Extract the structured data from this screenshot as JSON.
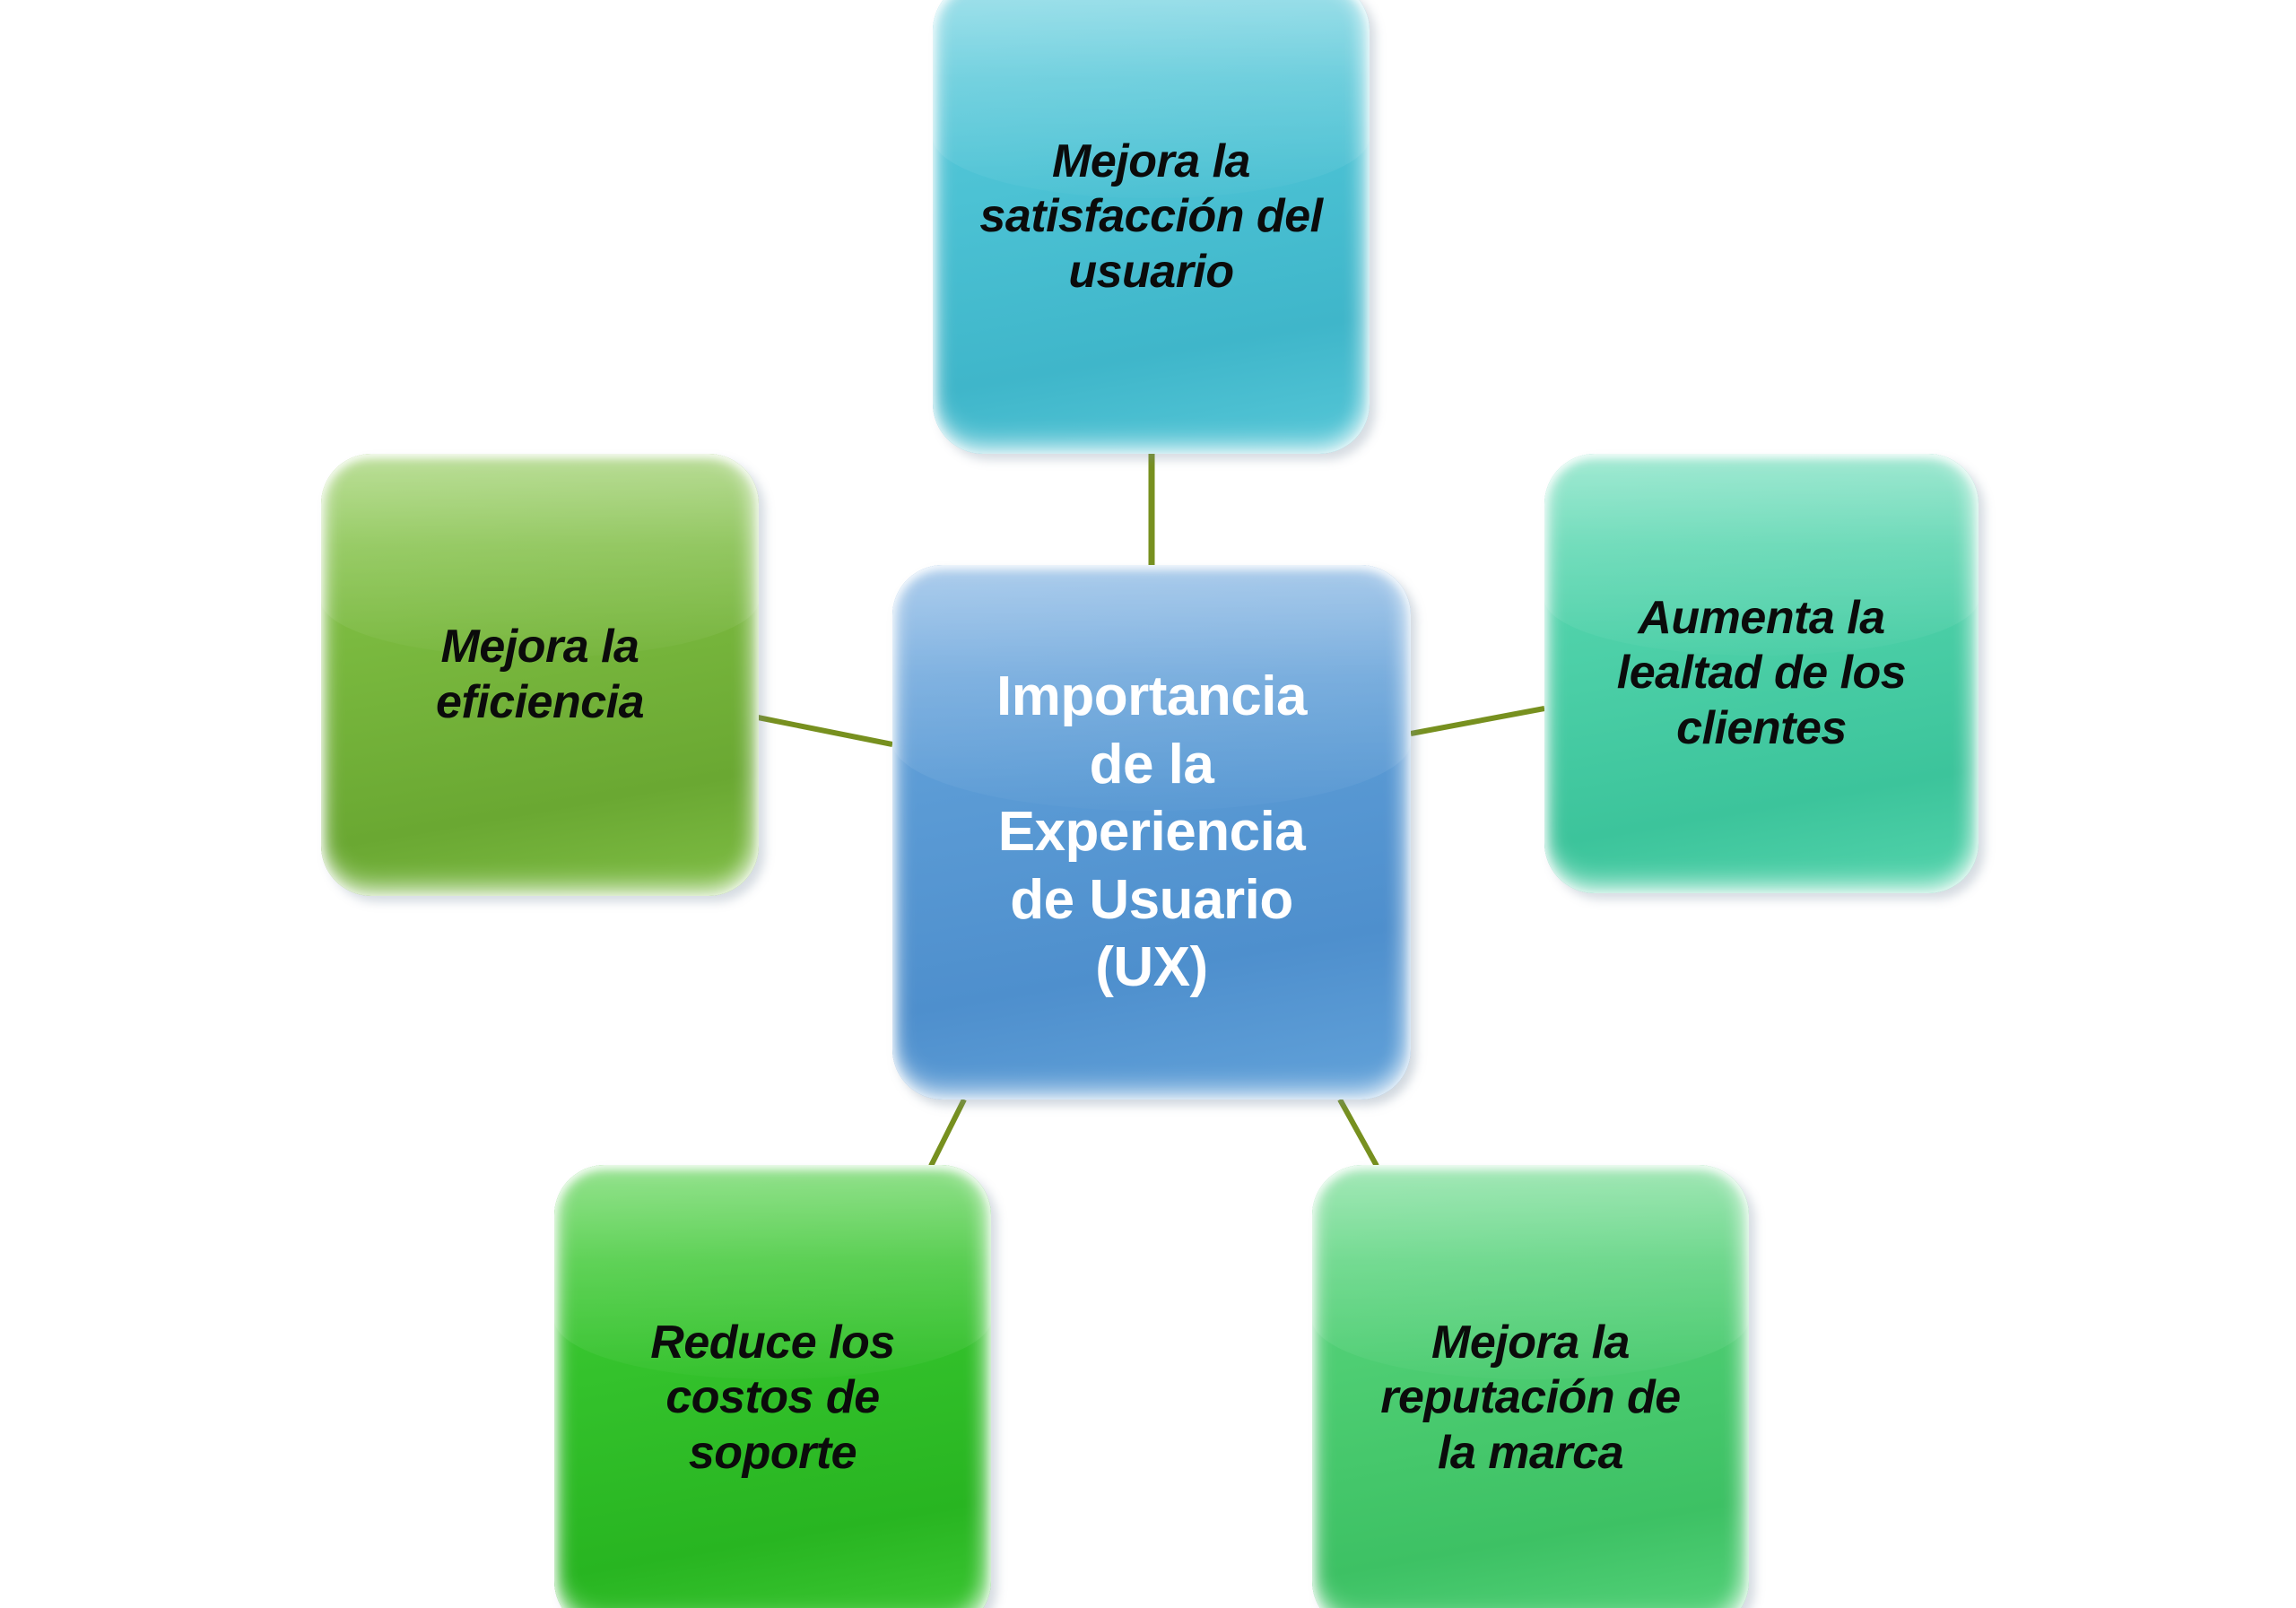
{
  "diagram": {
    "type": "radial-mind-map",
    "background_color": "#FFFFFF",
    "connector_color": "#77901F",
    "center": {
      "id": "center",
      "label": "Importancia de la Experiencia de Usuario (UX)",
      "text_lines": "Importancia\nde la\nExperiencia\nde Usuario\n(UX)",
      "fill_color": "#5B9BD5",
      "text_color": "#FFFFFF"
    },
    "nodes": [
      {
        "id": "top",
        "position": "top",
        "label": "Mejora la satisfacción del usuario",
        "text_lines": "Mejora la\nsatisfacción del\nusuario",
        "fill_color": "#4CC2D4",
        "text_color": "#000000"
      },
      {
        "id": "right",
        "position": "right",
        "label": "Aumenta la lealtad de los clientes",
        "text_lines": "Aumenta la\nlealtad de los\nclientes",
        "fill_color": "#4DD0A8",
        "text_color": "#000000"
      },
      {
        "id": "left",
        "position": "left",
        "label": "Mejora la eficiencia",
        "text_lines": "Mejora la\neficiencia",
        "fill_color": "#79B83E",
        "text_color": "#000000"
      },
      {
        "id": "bottom-left",
        "position": "bottom-left",
        "label": "Reduce los costos de soporte",
        "text_lines": "Reduce los\ncostos de\nsoporte",
        "fill_color": "#34C22C",
        "text_color": "#000000"
      },
      {
        "id": "bottom-right",
        "position": "bottom-right",
        "label": "Mejora la reputación de la marca",
        "text_lines": "Mejora la\nreputación de\nla marca",
        "fill_color": "#4DCD72",
        "text_color": "#000000"
      }
    ],
    "connections": [
      {
        "from": "center",
        "to": "top"
      },
      {
        "from": "center",
        "to": "right"
      },
      {
        "from": "center",
        "to": "left"
      },
      {
        "from": "center",
        "to": "bottom-left"
      },
      {
        "from": "center",
        "to": "bottom-right"
      }
    ]
  }
}
